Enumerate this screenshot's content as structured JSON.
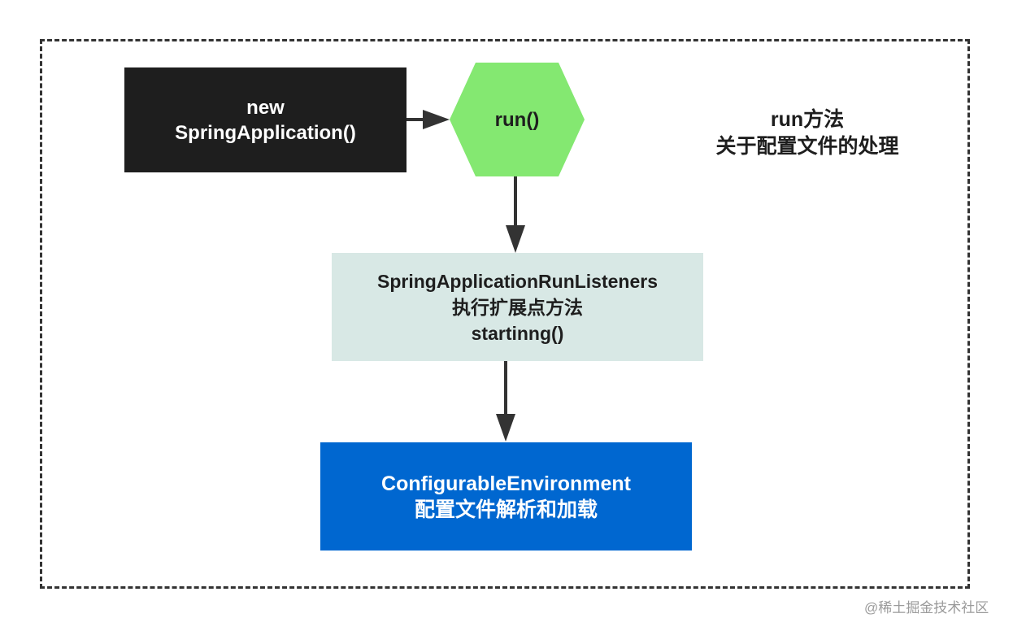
{
  "diagram": {
    "start_node": {
      "lines": [
        "new",
        "SpringApplication()"
      ]
    },
    "run_node": {
      "label": "run()"
    },
    "listeners_node": {
      "lines": [
        "SpringApplicationRunListeners",
        "执行扩展点方法",
        "startinng()"
      ]
    },
    "config_node": {
      "lines": [
        "ConfigurableEnvironment",
        "配置文件解析和加载"
      ]
    },
    "side_note": {
      "lines": [
        "run方法",
        "关于配置文件的处理"
      ]
    },
    "watermark": "@稀土掘金技术社区"
  },
  "colors": {
    "start_fill": "#1e1e1e",
    "run_fill": "#84e871",
    "listeners_fill": "#d8e8e5",
    "config_fill": "#0067d0",
    "arrow": "#333333",
    "frame_border": "#333333"
  }
}
